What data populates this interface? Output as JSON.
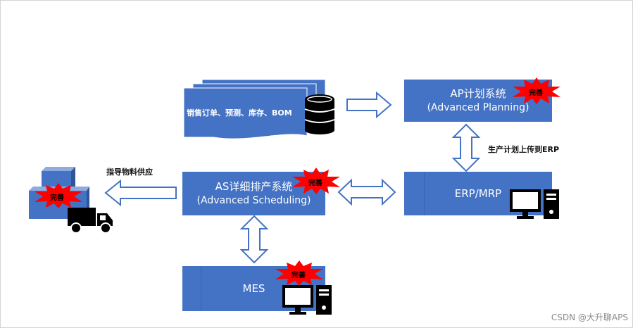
{
  "diagram": {
    "sales_doc_label": "销售订单、预测、库存、BOM",
    "ap_system": {
      "title_cn": "AP计划系统",
      "title_en": "(Advanced Planning)",
      "badge": "完善"
    },
    "as_system": {
      "title_cn": "AS详细排产系统",
      "title_en": "(Advanced Scheduling)",
      "badge": "完善"
    },
    "erp_system": {
      "title": "ERP/MRP"
    },
    "mes_system": {
      "title": "MES",
      "badge": "完善"
    },
    "warehouse_badge": "完善",
    "upload_label": "生产计划上传到ERP",
    "supply_label": "指导物料供应"
  },
  "colors": {
    "box_blue": "#4472c4",
    "arrow_outline": "#4472c4",
    "burst_red": "#ff0000"
  },
  "icons": [
    "database-icon",
    "computer-icon",
    "truck-icon",
    "warehouse-boxes-icon",
    "burst-star-icon"
  ],
  "watermark": "CSDN @大升聊APS"
}
